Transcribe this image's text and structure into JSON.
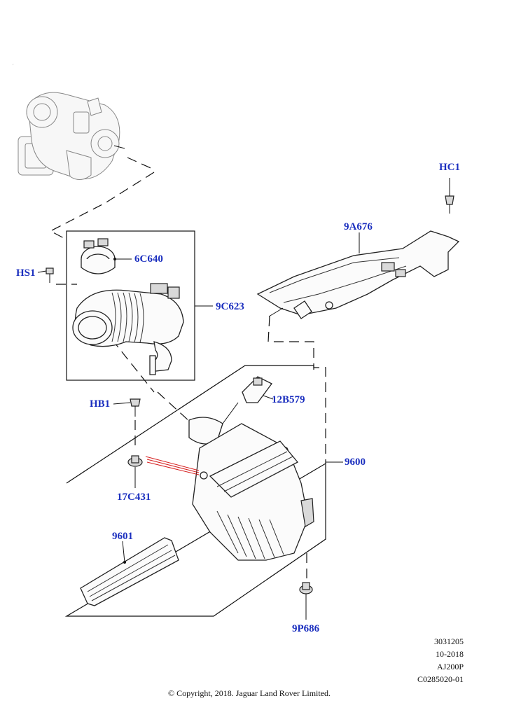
{
  "callouts": {
    "hc1": "HC1",
    "part_9a676": "9A676",
    "part_6c640": "6C640",
    "hs1": "HS1",
    "part_9c623": "9C623",
    "part_12b579": "12B579",
    "hb1": "HB1",
    "part_9600": "9600",
    "part_17c431": "17C431",
    "part_9601": "9601",
    "part_9p686": "9P686"
  },
  "meta": {
    "illustration_no": "3031205",
    "date": "10-2018",
    "model": "AJ200P",
    "ref": "C0285020-01"
  },
  "copyright": "© Copyright, 2018. Jaguar Land Rover Limited.",
  "colors": {
    "callout": "#1b2fbf",
    "leader_red": "#d62020",
    "line": "#111111"
  }
}
